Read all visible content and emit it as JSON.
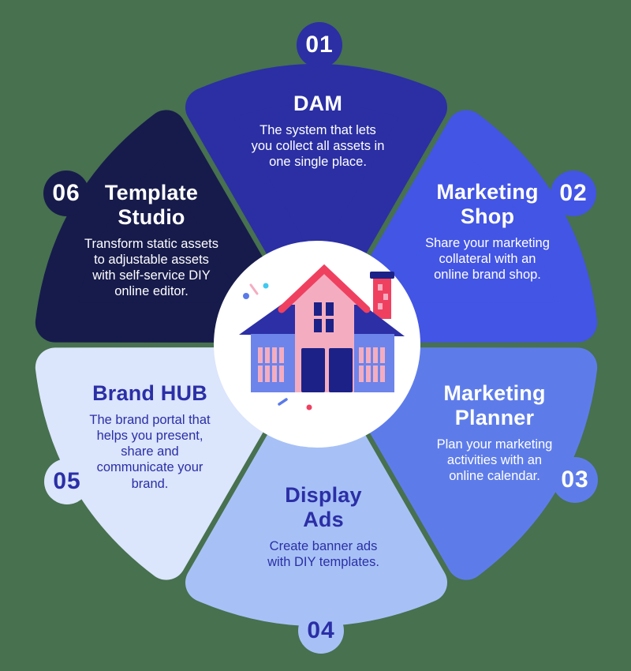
{
  "background_color": "#47714f",
  "center": {
    "icon": "house-icon",
    "circle_color": "#ffffff"
  },
  "petals": [
    {
      "number": "01",
      "title": "DAM",
      "description": "The system that lets\nyou collect all assets in\none single place.",
      "color": "#2b2fa3",
      "text_color": "#ffffff",
      "badge_text_color": "#ffffff"
    },
    {
      "number": "02",
      "title": "Marketing\nShop",
      "description": "Share your marketing\ncollateral with an\nonline brand shop.",
      "color": "#4355e4",
      "text_color": "#ffffff",
      "badge_text_color": "#ffffff"
    },
    {
      "number": "03",
      "title": "Marketing\nPlanner",
      "description": "Plan your marketing\nactivities with an\nonline calendar.",
      "color": "#5e7ce9",
      "text_color": "#ffffff",
      "badge_text_color": "#ffffff"
    },
    {
      "number": "04",
      "title": "Display\nAds",
      "description": "Create banner ads\nwith DIY templates.",
      "color": "#a7c1f6",
      "text_color": "#2b2fa6",
      "badge_text_color": "#2b2fa6"
    },
    {
      "number": "05",
      "title": "Brand HUB",
      "description": "The brand portal that\nhelps you present,\nshare and\ncommunicate your\nbrand.",
      "color": "#dbe5fb",
      "text_color": "#2b2fa6",
      "badge_text_color": "#2b2fa6"
    },
    {
      "number": "06",
      "title": "Template\nStudio",
      "description": "Transform static assets\nto adjustable assets\nwith self-service DIY\nonline editor.",
      "color": "#171b4b",
      "text_color": "#ffffff",
      "badge_text_color": "#ffffff"
    }
  ],
  "house": {
    "colors": {
      "roof": "#2d2fa6",
      "navy": "#1c2187",
      "pink": "#f4adc0",
      "red": "#ef4060",
      "blue": "#6d84ea",
      "cyan": "#41c9f0",
      "confetti_blue": "#5b7ae8"
    }
  }
}
